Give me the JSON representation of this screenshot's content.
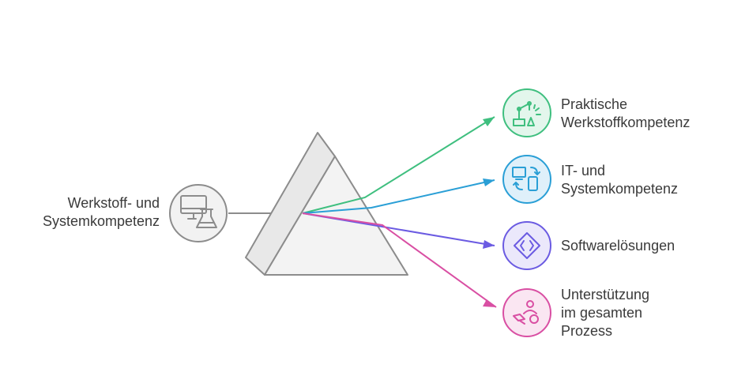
{
  "input": {
    "label_lines": [
      "Werkstoff- und",
      "Systemkompetenz"
    ],
    "icon": "computer-and-flask-icon"
  },
  "outputs": [
    {
      "id": "praktische",
      "label_lines": [
        "Praktische",
        "Werkstoffkompetenz"
      ],
      "icon": "robot-arm-icon",
      "color": "#3fbf7f",
      "fill": "#e3f6ec"
    },
    {
      "id": "it",
      "label_lines": [
        "IT- und",
        "Systemkompetenz"
      ],
      "icon": "device-sync-icon",
      "color": "#2a9fd6",
      "fill": "#dff0fa"
    },
    {
      "id": "software",
      "label_lines": [
        "Softwarelösungen"
      ],
      "icon": "diamond-arrows-icon",
      "color": "#6b5be2",
      "fill": "#ebe8fb"
    },
    {
      "id": "unterstuetzung",
      "label_lines": [
        "Unterstützung",
        "im gesamten",
        "Prozess"
      ],
      "icon": "person-support-icon",
      "color": "#d94fa3",
      "fill": "#fae6f2"
    }
  ],
  "colors": {
    "prism_fill": "#f3f3f3",
    "prism_side": "#e8e8e8",
    "prism_stroke": "#8c8c8c",
    "input_circle_fill": "#f2f2f2",
    "input_stroke": "#8c8c8c"
  }
}
